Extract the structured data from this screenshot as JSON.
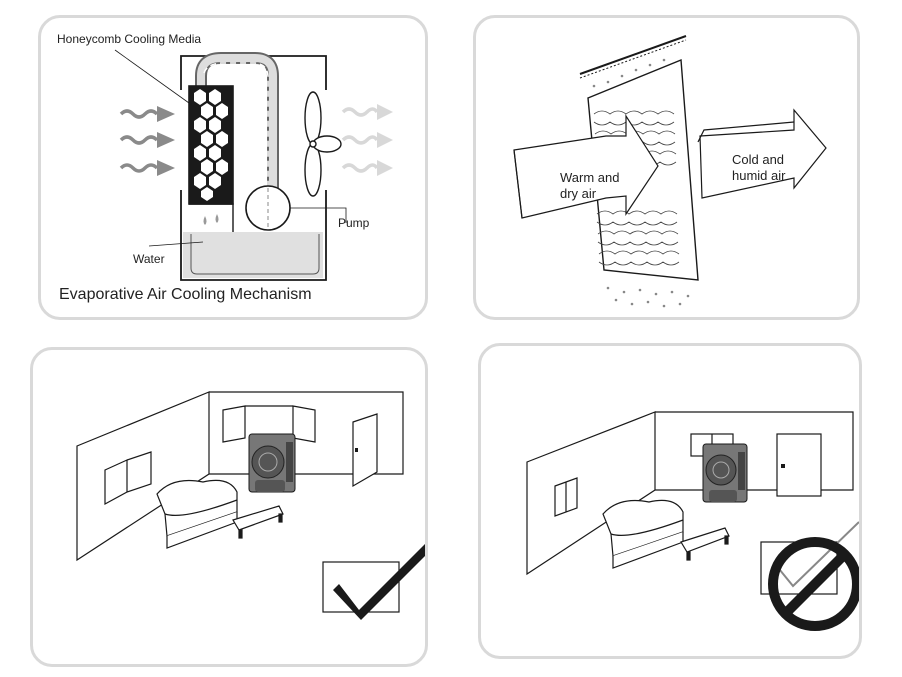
{
  "panels": {
    "mechanism": {
      "media_label": "Honeycomb Cooling Media",
      "pump_label": "Pump",
      "water_label": "Water",
      "caption": "Evaporative Air Cooling Mechanism"
    },
    "airflow": {
      "warm_label_line1": "Warm and",
      "warm_label_line2": "dry air",
      "cold_label_line1": "Cold and",
      "cold_label_line2": "humid air"
    },
    "correct_placement": {
      "marker_icon": "checkmark-icon"
    },
    "incorrect_placement": {
      "marker_icon": "prohibited-icon"
    }
  },
  "colors": {
    "panel_border": "#d9d9d9",
    "line": "#1a1a1a",
    "water": "#e0e0e0",
    "arrow_in": "#8a8a8a",
    "arrow_out": "#d8d8d8"
  }
}
